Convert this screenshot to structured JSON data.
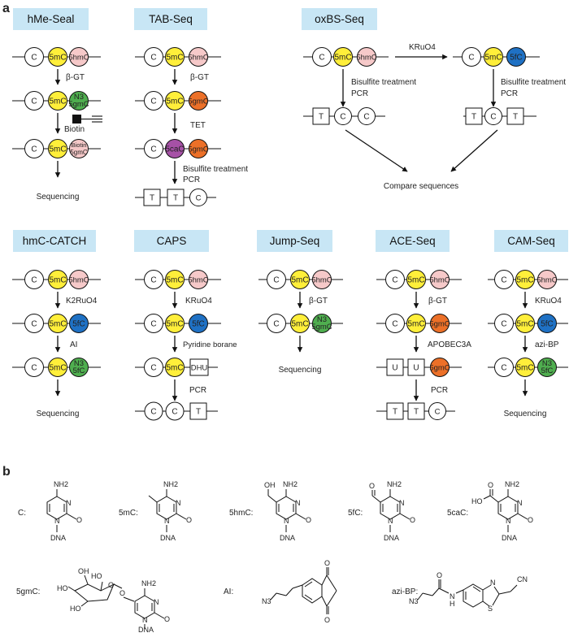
{
  "panels": {
    "a": "a",
    "b": "b"
  },
  "colors": {
    "title_bg": "#c8e6f5",
    "C": "#ffffff",
    "5mC": "#ffef3a",
    "5hmC": "#f6c9c9",
    "5fC": "#1f71c4",
    "5caC": "#a651a6",
    "5gmC": "#ec7028",
    "N3": "#4fae4f",
    "Biotin": "#f6c9c9"
  },
  "methods": {
    "hme_seal": {
      "title": "hMe-Seal",
      "steps": [
        "β-GT",
        "Biotin"
      ],
      "end": "Sequencing",
      "bases": {
        "c": "C",
        "mc": "5mC",
        "hmc": "5hmC",
        "n3_top": "N3",
        "n3_bot": "5gmC",
        "bio_top": "Biotin",
        "bio_bot": "5gmC"
      }
    },
    "tab_seq": {
      "title": "TAB-Seq",
      "steps": [
        "β-GT",
        "TET",
        "Bisulfite treatment",
        "PCR"
      ],
      "bases": {
        "c": "C",
        "mc": "5mC",
        "hmc": "5hmC",
        "gmc": "5gmC",
        "cac": "5caC",
        "t": "T",
        "c_small": "C"
      }
    },
    "oxbs_seq": {
      "title": "oxBS-Seq",
      "oxidant": "KRuO4",
      "steps": [
        "Bisulfite treatment",
        "PCR"
      ],
      "end": "Compare sequences",
      "bases": {
        "c": "C",
        "mc": "5mC",
        "hmc": "5hmC",
        "fc": "5fC",
        "t": "T"
      }
    },
    "hmc_catch": {
      "title": "hmC-CATCH",
      "steps": [
        "K2RuO4",
        "AI"
      ],
      "end": "Sequencing",
      "bases": {
        "c": "C",
        "mc": "5mC",
        "hmc": "5hmC",
        "fc": "5fC",
        "n3_top": "N3",
        "n3_bot": "5fC"
      }
    },
    "caps": {
      "title": "CAPS",
      "steps": [
        "KRuO4",
        "Pyridine borane",
        "PCR"
      ],
      "bases": {
        "c": "C",
        "mc": "5mC",
        "hmc": "5hmC",
        "fc": "5fC",
        "dhu": "DHU",
        "t": "T"
      }
    },
    "jump_seq": {
      "title": "Jump-Seq",
      "steps": [
        "β-GT"
      ],
      "end": "Sequencing",
      "bases": {
        "c": "C",
        "mc": "5mC",
        "hmc": "5hmC",
        "n3_top": "N3",
        "n3_bot": "5gmC"
      }
    },
    "ace_seq": {
      "title": "ACE-Seq",
      "steps": [
        "β-GT",
        "APOBEC3A",
        "PCR"
      ],
      "bases": {
        "c": "C",
        "mc": "5mC",
        "hmc": "5hmC",
        "gmc": "5gmC",
        "u": "U",
        "t": "T",
        "c_small": "C"
      }
    },
    "cam_seq": {
      "title": "CAM-Seq",
      "steps": [
        "KRuO4",
        "azi-BP"
      ],
      "end": "Sequencing",
      "bases": {
        "c": "C",
        "mc": "5mC",
        "hmc": "5hmC",
        "fc": "5fC",
        "n3_top": "N3",
        "n3_bot": "5fC"
      }
    }
  },
  "structures": {
    "c": {
      "label": "C:"
    },
    "mc": {
      "label": "5mC:"
    },
    "hmc": {
      "label": "5hmC:"
    },
    "fc": {
      "label": "5fC:"
    },
    "cac": {
      "label": "5caC:"
    },
    "gmc": {
      "label": "5gmC:"
    },
    "ai": {
      "label": "AI:"
    },
    "azibp": {
      "label": "azi-BP:"
    },
    "atoms": {
      "nh2": "NH2",
      "n": "N",
      "o": "O",
      "dna": "DNA",
      "oh": "OH",
      "ho": "HO",
      "n3": "N3",
      "cn": "CN",
      "s": "S",
      "h": "H"
    }
  }
}
